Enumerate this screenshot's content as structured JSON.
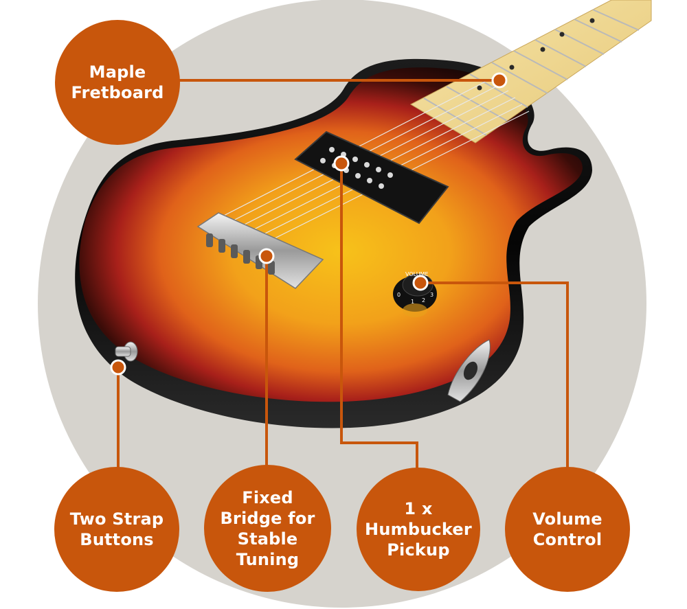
{
  "colors": {
    "accent": "#c8560c",
    "backdrop": "#d6d3cd",
    "page": "#ffffff"
  },
  "callouts": {
    "fretboard": {
      "line1": "Maple",
      "line2": "Fretboard"
    },
    "strap": {
      "line1": "Two Strap",
      "line2": "Buttons"
    },
    "bridge": {
      "line1": "Fixed Bridge for",
      "line2": "Stable Tuning"
    },
    "pickup": {
      "line1": "1 x",
      "line2": "Humbucker",
      "line3": "Pickup"
    },
    "volume": {
      "line1": "Volume",
      "line2": "Control"
    }
  },
  "knob_label": "VOLUME",
  "knob_numbers": [
    "0",
    "1",
    "2",
    "3"
  ]
}
